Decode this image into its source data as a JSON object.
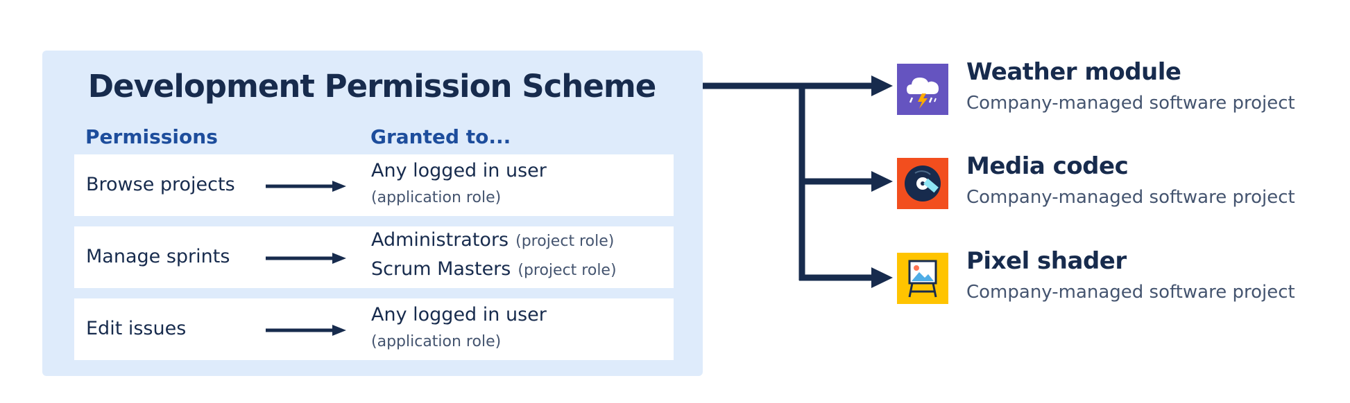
{
  "scheme": {
    "title": "Development Permission Scheme",
    "columns": {
      "permissions": "Permissions",
      "granted": "Granted to..."
    },
    "rows": [
      {
        "permission": "Browse projects",
        "grants": [
          {
            "name": "Any logged in user",
            "role": "(application role)"
          }
        ]
      },
      {
        "permission": "Manage sprints",
        "grants": [
          {
            "name": "Administrators",
            "role": "(project role)"
          },
          {
            "name": "Scrum Masters",
            "role": "(project role)"
          }
        ]
      },
      {
        "permission": "Edit issues",
        "grants": [
          {
            "name": "Any logged in user",
            "role": "(application role)"
          }
        ]
      }
    ]
  },
  "projects": [
    {
      "name": "Weather module",
      "type": "Company-managed software project",
      "icon": "weather-cloud-icon",
      "color": "#6554c0"
    },
    {
      "name": "Media codec",
      "type": "Company-managed  software project",
      "icon": "vinyl-disc-icon",
      "color": "#f24e1e"
    },
    {
      "name": "Pixel shader",
      "type": "Company-managed software project",
      "icon": "easel-picture-icon",
      "color": "#ffc400"
    }
  ],
  "colors": {
    "navy": "#172b4d",
    "panel": "#deebfb",
    "heading_blue": "#1d4d9c"
  }
}
